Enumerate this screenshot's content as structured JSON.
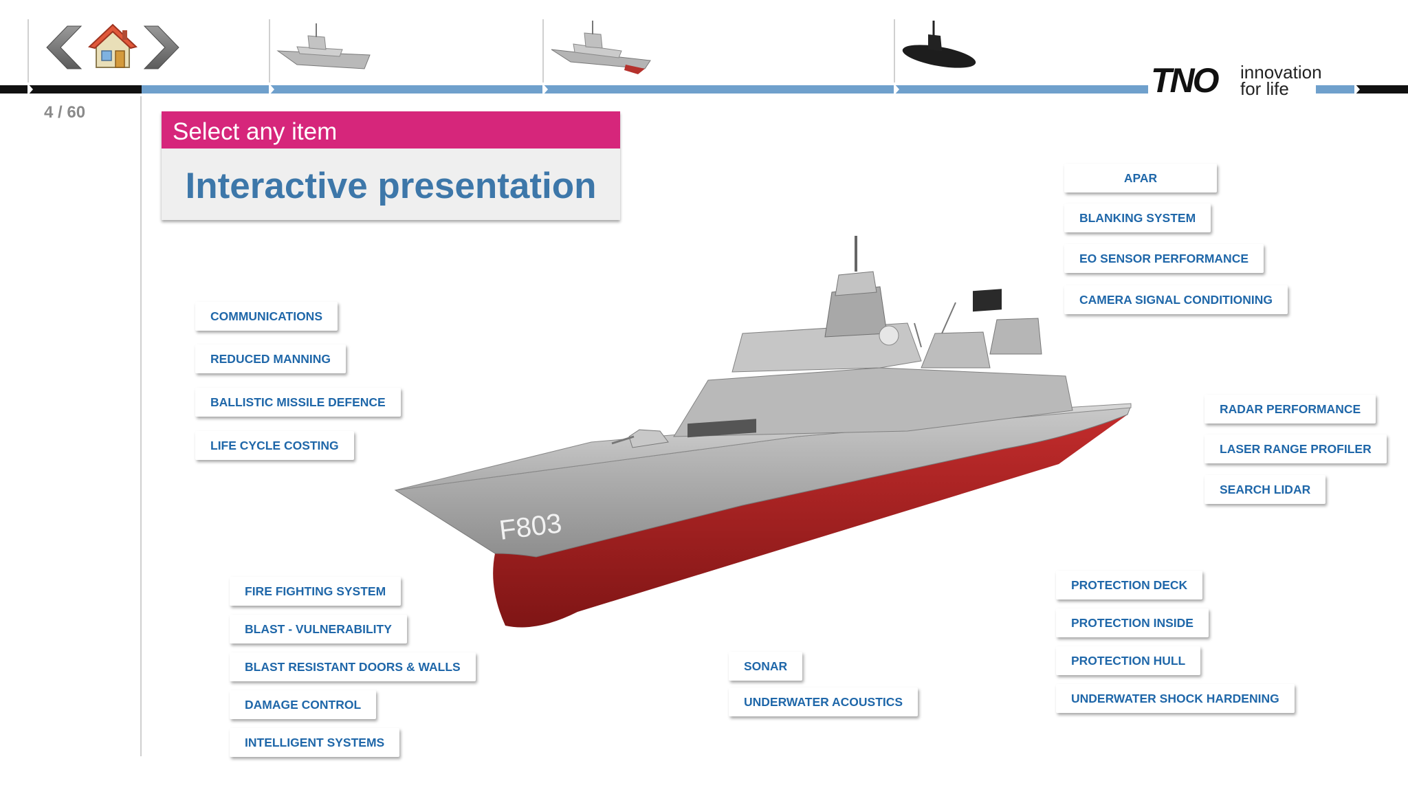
{
  "nav": {
    "counter": "4 / 60"
  },
  "header": {
    "subtitle": "Select any item",
    "title": "Interactive presentation"
  },
  "logo": {
    "mark": "TNO",
    "tagline_1": "innovation",
    "tagline_2": "for life"
  },
  "ship": {
    "hull_number": "F803"
  },
  "buttons": {
    "apar": "APAR",
    "blanking": "BLANKING SYSTEM",
    "eo": "EO SENSOR PERFORMANCE",
    "camera": "CAMERA SIGNAL CONDITIONING",
    "communications": "COMMUNICATIONS",
    "manning": "REDUCED MANNING",
    "bmd": "BALLISTIC MISSILE DEFENCE",
    "lcc": "LIFE CYCLE COSTING",
    "radar": "RADAR PERFORMANCE",
    "laser": "LASER RANGE PROFILER",
    "lidar": "SEARCH LIDAR",
    "fire": "FIRE FIGHTING SYSTEM",
    "blast": "BLAST - VULNERABILITY",
    "doors": "BLAST RESISTANT DOORS & WALLS",
    "damage": "DAMAGE CONTROL",
    "intelligent": "INTELLIGENT SYSTEMS",
    "sonar": "SONAR",
    "acoustics": "UNDERWATER ACOUSTICS",
    "deck": "PROTECTION DECK",
    "inside": "PROTECTION INSIDE",
    "hull": "PROTECTION HULL",
    "shock": "UNDERWATER SHOCK HARDENING"
  },
  "colors": {
    "accent_pink": "#d6267b",
    "title_blue": "#3d77a9",
    "button_text": "#1f67a9",
    "band_blue": "#6fa0cc"
  },
  "icons": [
    "back-arrow-icon",
    "home-icon",
    "forward-arrow-icon",
    "frigate-thumbnail",
    "destroyer-thumbnail",
    "submarine-thumbnail"
  ]
}
